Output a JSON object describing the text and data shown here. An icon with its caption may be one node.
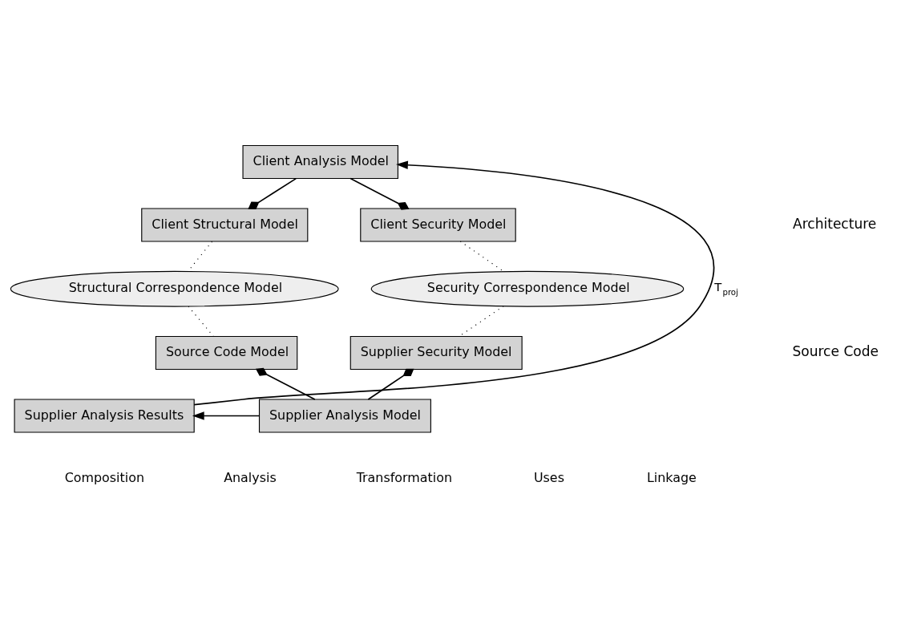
{
  "diagram": {
    "nodes": [
      {
        "text": [
          "Client Analysis Model"
        ]
      },
      {
        "text": [
          "Client Structural Model"
        ]
      },
      {
        "text": [
          "Client Security Model"
        ]
      },
      {
        "text": [
          "Structural Correspondence Model"
        ]
      },
      {
        "text": [
          "Security Correspondence Model"
        ]
      },
      {
        "text": [
          "Source Code Model"
        ]
      },
      {
        "text": [
          "Supplier Security Model"
        ]
      },
      {
        "text": [
          "Supplier Analysis Results"
        ]
      },
      {
        "text": [
          "Supplier Analysis Model"
        ]
      }
    ],
    "edges": [
      {
        "from": 0,
        "to": 1,
        "arrow": "other"
      },
      {
        "from": 0,
        "to": 2,
        "arrow": "other"
      },
      {
        "from": 1,
        "to": 3,
        "arrow": "none",
        "style": "dashed"
      },
      {
        "from": 2,
        "to": 4,
        "arrow": "none",
        "style": "dashed"
      },
      {
        "from": 3,
        "to": 5,
        "arrow": "none",
        "style": "dashed"
      },
      {
        "from": 4,
        "to": 6,
        "arrow": "none",
        "style": "dashed"
      },
      {
        "from": 8,
        "to": 5,
        "arrow": "other"
      },
      {
        "from": 8,
        "to": 6,
        "arrow": "other"
      },
      {
        "from": 8,
        "to": 7,
        "arrow": "to"
      },
      {
        "from": 7,
        "to": 0,
        "arrow": "to",
        "label": "T$_{proj}$"
      }
    ],
    "labels": [
      "Architecture",
      "Source Code"
    ],
    "legend": [
      {
        "text": "Composition"
      },
      {
        "text": "Analysis"
      },
      {
        "text": "Transformation"
      },
      {
        "text": "Uses"
      },
      {
        "text": "Linkage"
      }
    ]
  }
}
